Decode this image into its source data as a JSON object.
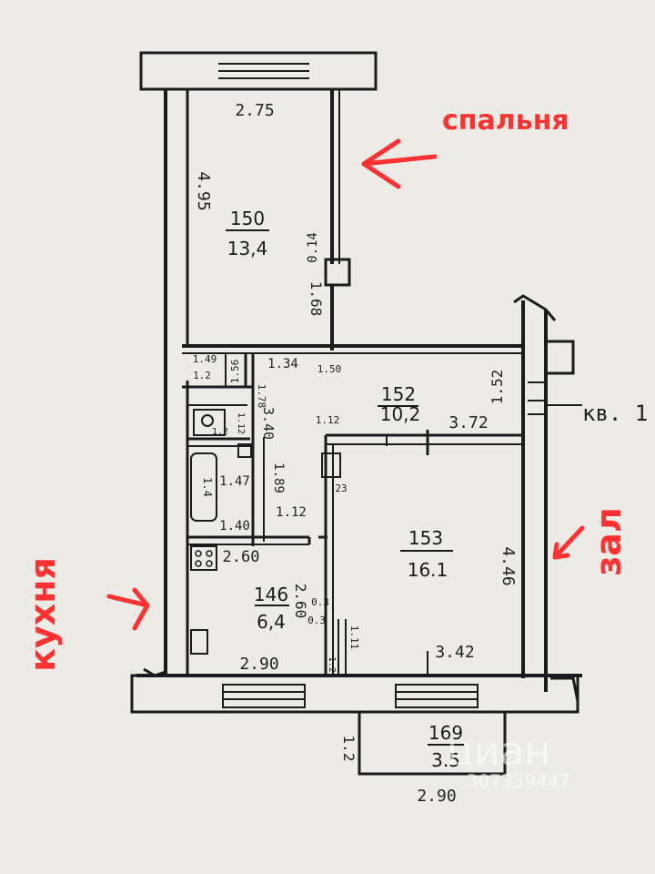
{
  "rooms": {
    "bedroom": {
      "number": "150",
      "area": "13,4",
      "width": "2.75",
      "length": "4.95"
    },
    "hall": {
      "number": "152",
      "area": "10,2",
      "width": "3.72",
      "depth": "1.52"
    },
    "living": {
      "number": "153",
      "area": "16.1",
      "width": "3.42",
      "length": "4.46"
    },
    "kitchen": {
      "number": "146",
      "area": "6,4",
      "width": "2.90",
      "length": "2.60"
    },
    "balcony": {
      "number": "169",
      "area": "3.5",
      "width": "2.90",
      "depth": "1.2"
    }
  },
  "small_dims": {
    "bath_w": "1.47",
    "bath_d": "1.40",
    "wc_w": "1.12",
    "wc_h": "1.2",
    "corr_w": "1.34",
    "corr_h": "3.40",
    "niche_w": "1.12",
    "niche_h": "1.89",
    "door_a": "0.14",
    "door_b": "1.68",
    "kit_top": "2.60",
    "pantry": "1.49",
    "pantry_d": "1.2",
    "d1": "1.50",
    "d2": "1.56",
    "d3": "1.78",
    "d4": "0.3",
    "d5": "0.3",
    "d6": "1.11",
    "d7": "23",
    "d8": "1.12",
    "d9": "1.2",
    "d10": "1.4"
  },
  "apartment_label": "кв. 1",
  "annotations": {
    "bedroom": "спальня",
    "kitchen": "кухня",
    "living": "зал"
  },
  "watermark": {
    "brand": "циан",
    "id": "307339447"
  },
  "colors": {
    "annotation": "#ff3131",
    "ink": "#1b1b1b",
    "paper": "#ecebe6"
  }
}
